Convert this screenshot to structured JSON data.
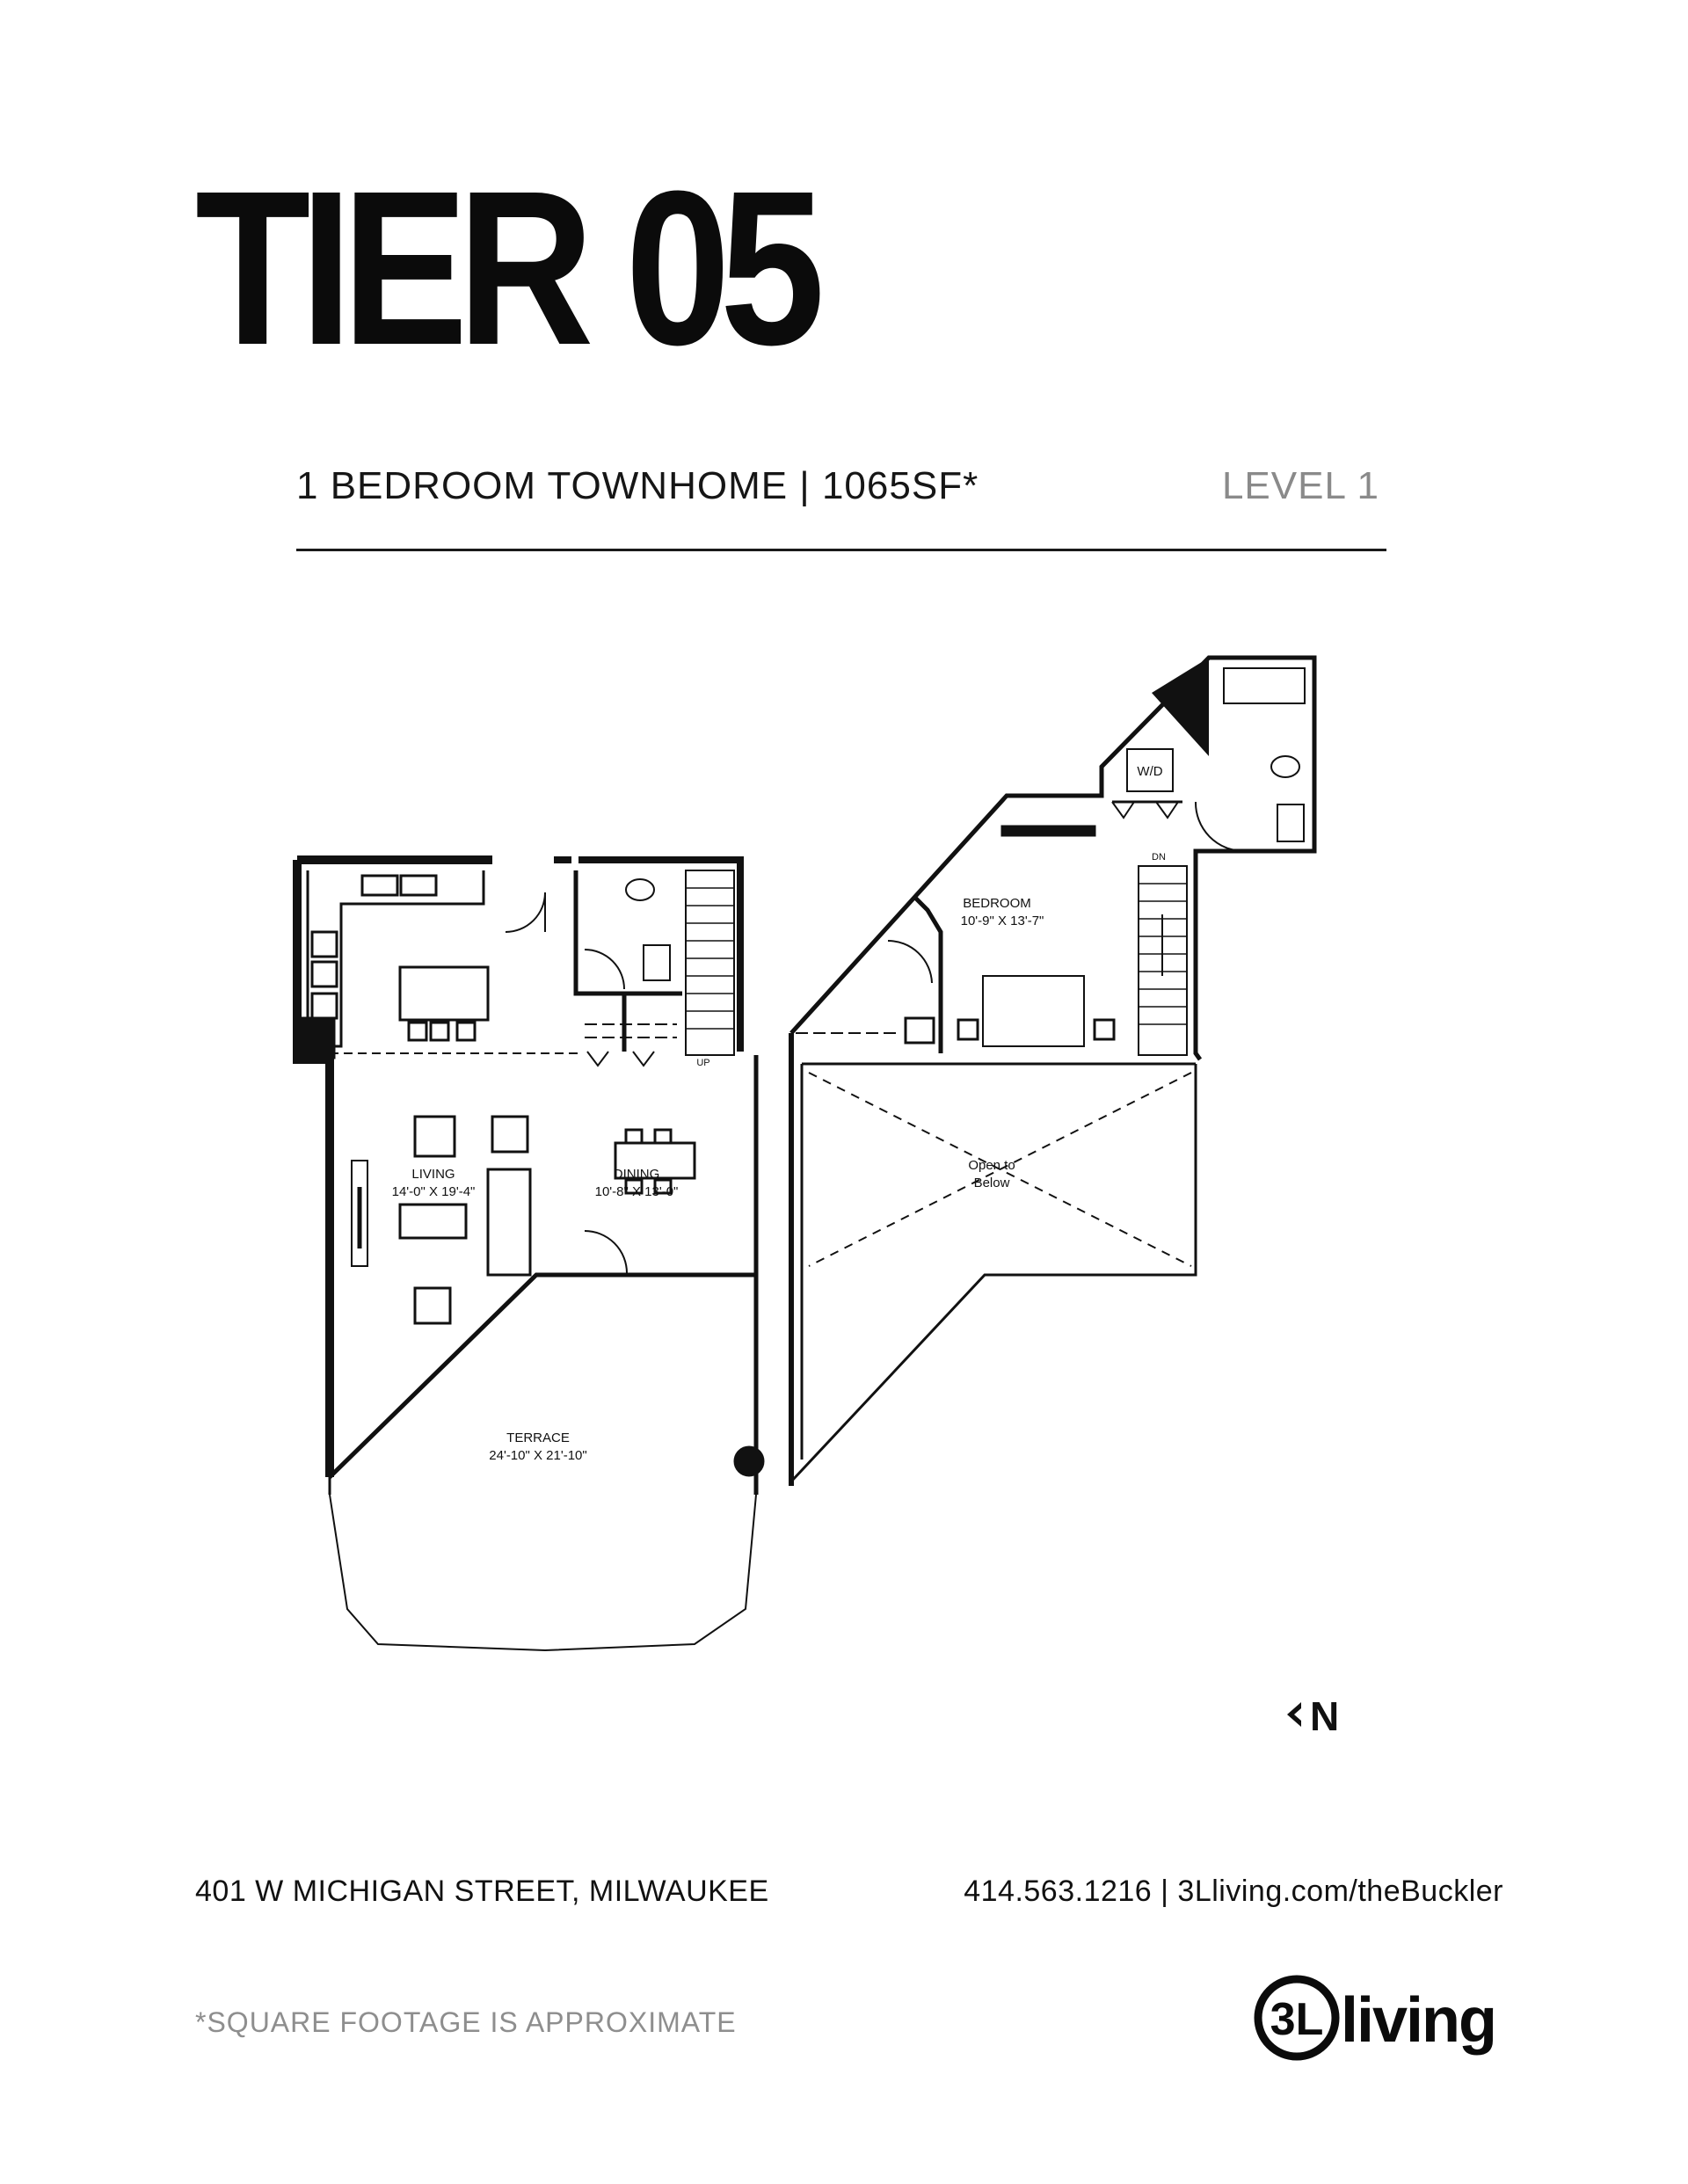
{
  "header": {
    "title": "TIER 05",
    "subtitle": "1 BEDROOM TOWNHOME   |   1065SF*",
    "level": "LEVEL 1"
  },
  "plan": {
    "rooms": {
      "bedroom_name": "BEDROOM",
      "bedroom_size": "10'-9\" X 13'-7\"",
      "living_name": "LIVING",
      "living_size": "14'-0\" X 19'-4\"",
      "dining_name": "DINING",
      "dining_size": "10'-8\" X 13'-0\"",
      "terrace_name": "TERRACE",
      "terrace_size": "24'-10\" X 21'-10\"",
      "open_line1": "Open to",
      "open_line2": "Below",
      "wd": "W/D",
      "dn": "DN",
      "up": "UP"
    },
    "compass_label": "N"
  },
  "footer": {
    "address": "401 W MICHIGAN STREET, MILWAUKEE",
    "contact": "414.563.1216 | 3Lliving.com/theBuckler",
    "note": "*SQUARE FOOTAGE IS APPROXIMATE",
    "logo_mark": "3L",
    "logo_word": "living"
  }
}
